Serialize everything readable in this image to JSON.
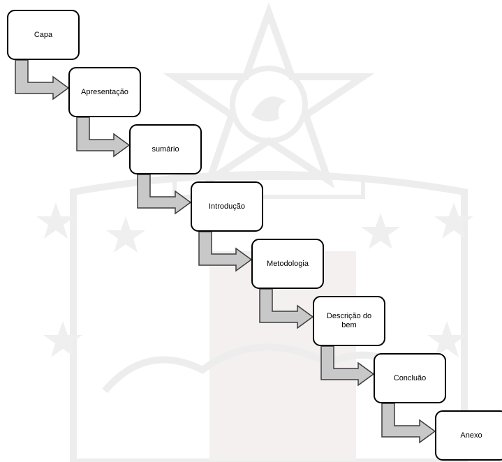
{
  "colors": {
    "background": "#ffffff",
    "box_fill": "#ffffff",
    "box_border": "#000000",
    "arrow_fill": "#c8c8c8",
    "arrow_stroke": "#3c3c3c",
    "watermark": "#ededed"
  },
  "diagram": {
    "steps": [
      {
        "label": "Capa"
      },
      {
        "label": "Apresentação"
      },
      {
        "label": "sumário"
      },
      {
        "label": "Introdução"
      },
      {
        "label": "Metodologia"
      },
      {
        "label": "Descrição do bem"
      },
      {
        "label": "Concluão"
      },
      {
        "label": "Anexo"
      }
    ]
  },
  "watermark": {
    "icon": "coat-of-arms-star-seal"
  }
}
